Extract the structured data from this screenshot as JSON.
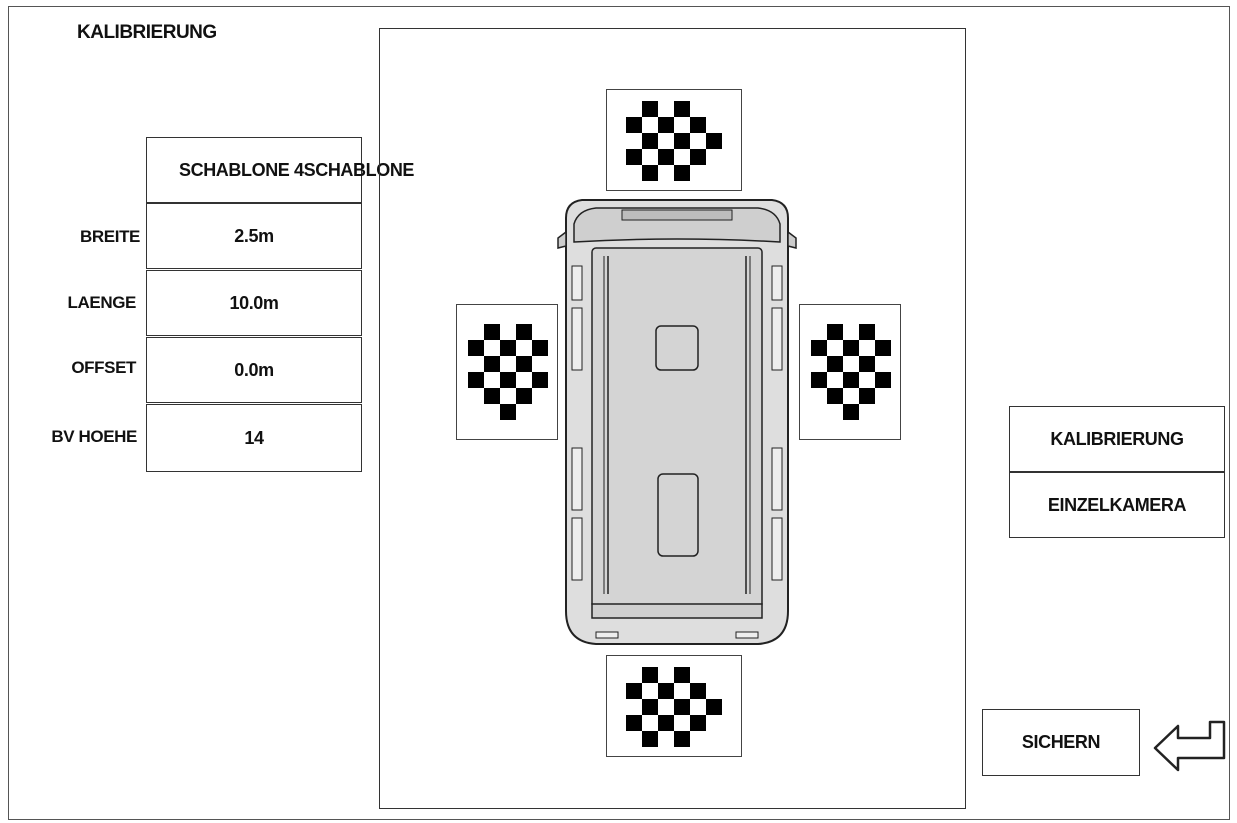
{
  "screen": {
    "title": "KALIBRIERUNG"
  },
  "template": {
    "value": "SCHABLONE 4SCHABLONE"
  },
  "fields": [
    {
      "label": "BREITE",
      "value": "2.5m"
    },
    {
      "label": "LAENGE",
      "value": "10.0m"
    },
    {
      "label": "OFFSET",
      "value": "0.0m"
    },
    {
      "label": "BV HOEHE",
      "value": "14"
    }
  ],
  "actions": {
    "calibration_label": "KALIBRIERUNG",
    "single_camera_label": "EINZELKAMERA",
    "save_label": "SICHERN"
  },
  "icons": {
    "markers": "checkerboard-marker-icon",
    "vehicle": "vehicle-top-view-icon",
    "enter": "enter-arrow-icon"
  }
}
